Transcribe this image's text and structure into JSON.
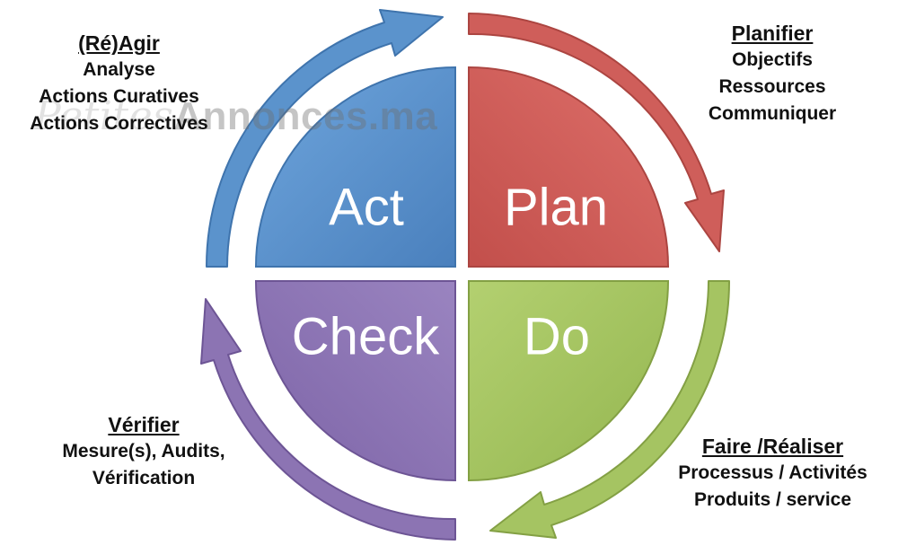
{
  "quadrants": {
    "act": "Act",
    "plan": "Plan",
    "check": "Check",
    "do": "Do"
  },
  "act_block": {
    "heading": "(Ré)Agir",
    "lines": [
      "Analyse",
      "Actions Curatives",
      "Actions Correctives"
    ]
  },
  "plan_block": {
    "heading": "Planifier",
    "lines": [
      "Objectifs",
      "Ressources",
      "Communiquer"
    ]
  },
  "do_block": {
    "heading": "Faire /Réaliser",
    "lines": [
      "Processus / Activités",
      "Produits / service"
    ]
  },
  "check_block": {
    "heading": "Vérifier",
    "lines": [
      "Mesure(s), Audits,",
      "Vérification"
    ]
  },
  "watermark": {
    "part1": "Petites",
    "part2": "Annonces.ma"
  },
  "colors": {
    "act": "#5b93cc",
    "plan": "#cf5e5a",
    "check": "#8c74b3",
    "do": "#a5c462"
  }
}
